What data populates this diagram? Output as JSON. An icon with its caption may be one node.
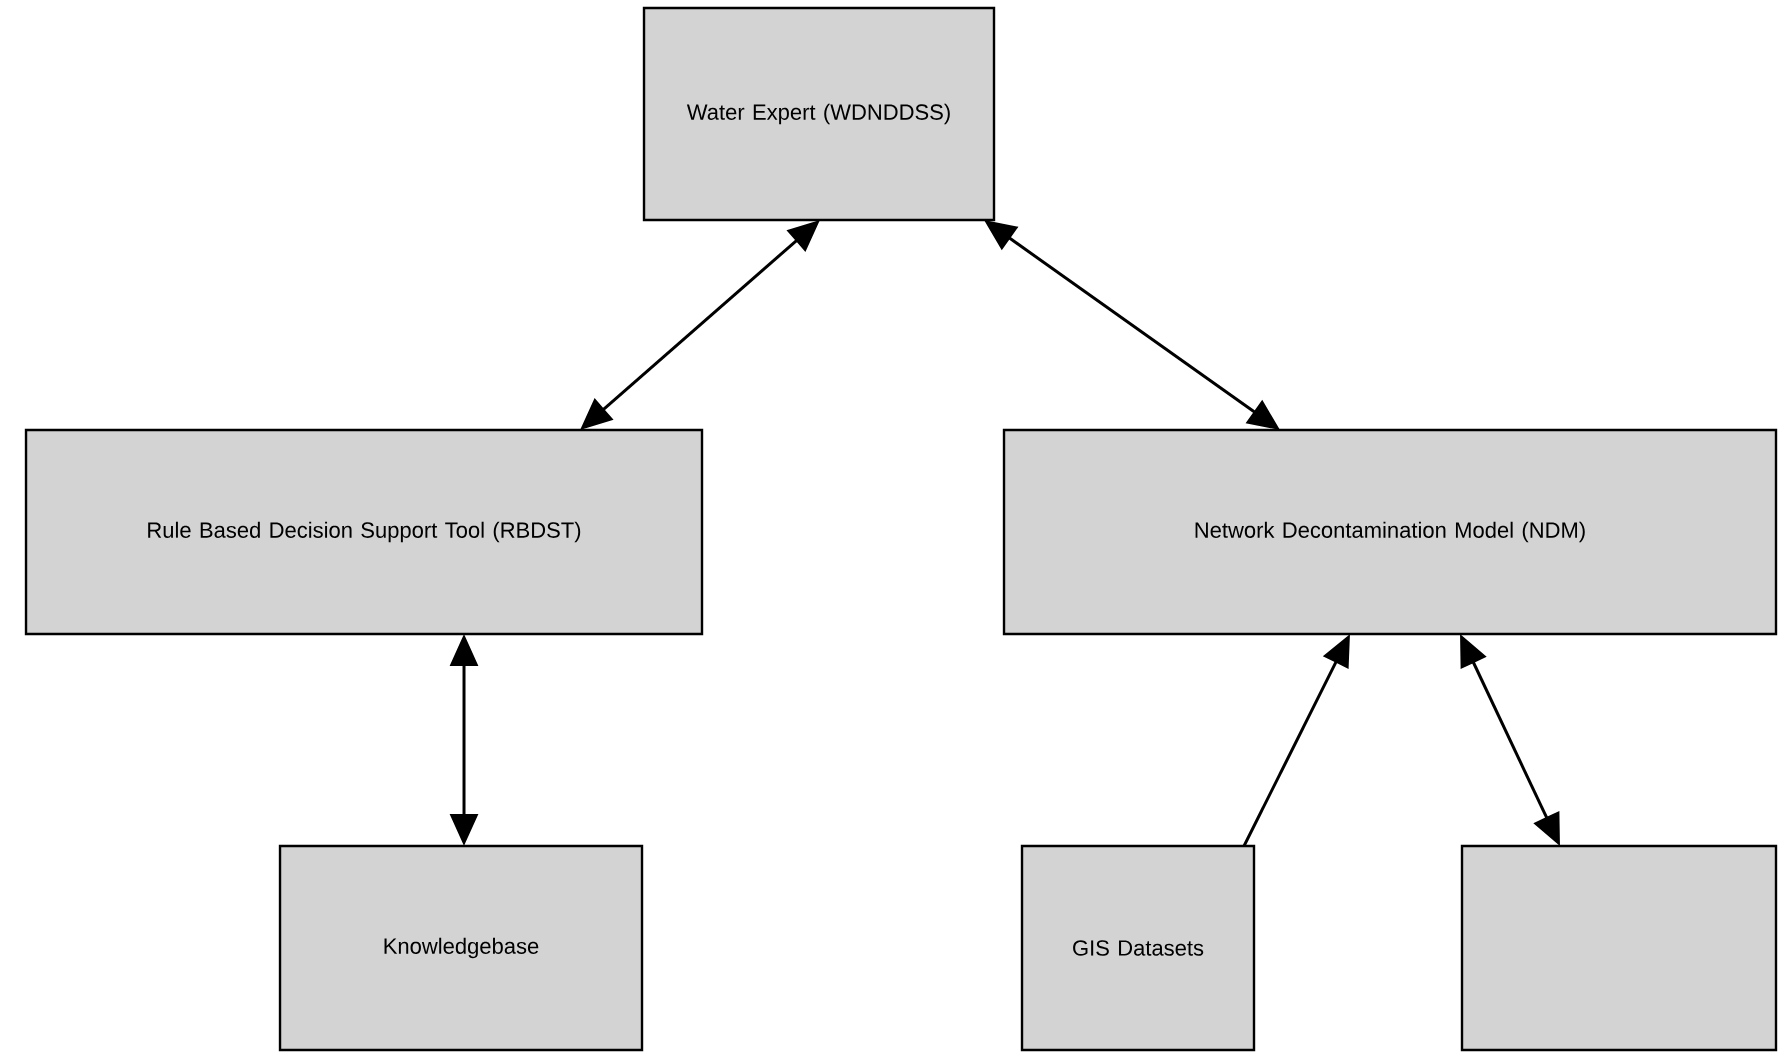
{
  "diagram": {
    "nodes": [
      {
        "text": [
          "Water Expert (WDNDDSS)"
        ]
      },
      {
        "text": [
          "Rule Based Decision Support Tool (RBDST)"
        ]
      },
      {
        "text": [
          "Network Decontamination Model (NDM)"
        ]
      },
      {
        "text": [
          "Knowledgebase"
        ]
      },
      {
        "text": [
          "GIS Datasets"
        ]
      },
      {
        "text": [],
        "shape": "box"
      }
    ],
    "edges": [
      {
        "from": 0,
        "to": 1,
        "arrow": "both"
      },
      {
        "from": 0,
        "to": 2,
        "arrow": "both"
      },
      {
        "from": 1,
        "to": 3,
        "arrow": "both"
      },
      {
        "from": 4,
        "to": 2,
        "arrow": "to"
      },
      {
        "from": 2,
        "to": 5,
        "arrow": "both"
      }
    ]
  }
}
